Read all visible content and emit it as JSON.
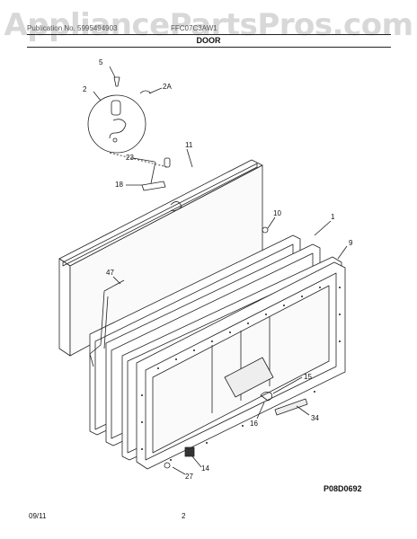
{
  "watermark": "AppliancePartsPros.com",
  "header": {
    "publication": "Publication No. 5995494903",
    "model": "FFC07C3AW1"
  },
  "section_title": "DOOR",
  "callouts": {
    "c5": "5",
    "c2": "2",
    "c2a": "2A",
    "c11": "11",
    "c23": "23",
    "c18": "18",
    "c10": "10",
    "c1": "1",
    "c9": "9",
    "c47": "47",
    "c15": "15",
    "c16": "16",
    "c34": "34",
    "c14": "14",
    "c27": "27"
  },
  "drawing_id": "P08D0692",
  "footer": {
    "date": "09/11",
    "page": "2"
  }
}
